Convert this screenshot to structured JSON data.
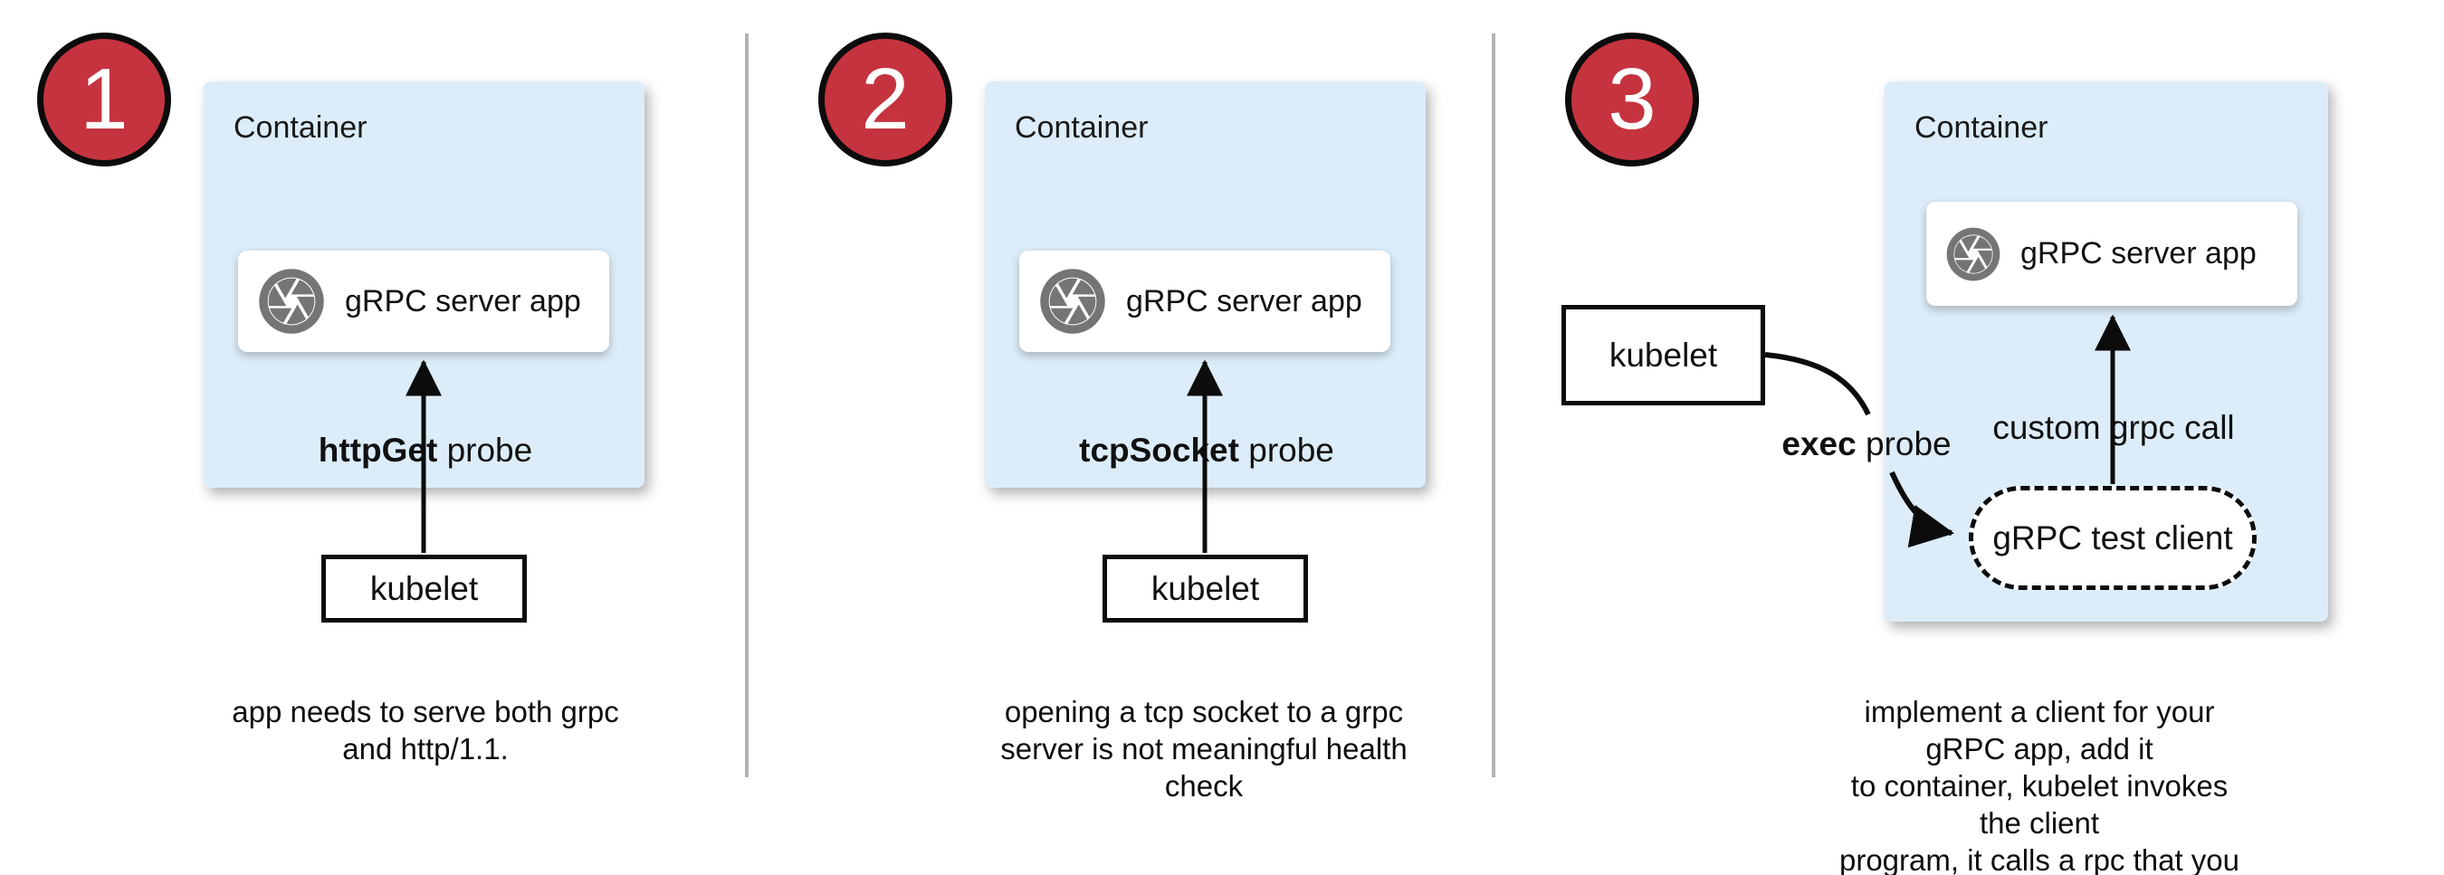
{
  "colors": {
    "badge_red": "#c5333f",
    "container_blue": "#dcedf9",
    "divider_gray": "#b3b3b3",
    "icon_gray": "#757575",
    "line_black": "#0c0c0c"
  },
  "panels": [
    {
      "number": "1",
      "container_label": "Container",
      "app_label": "gRPC server app",
      "probe_label_bold": "httpGet",
      "probe_label_rest": " probe",
      "kubelet_label": "kubelet",
      "caption_lines": [
        "app needs to serve both grpc",
        "and http/1.1."
      ]
    },
    {
      "number": "2",
      "container_label": "Container",
      "app_label": "gRPC server app",
      "probe_label_bold": "tcpSocket",
      "probe_label_rest": " probe",
      "kubelet_label": "kubelet",
      "caption_lines": [
        "opening a tcp socket to a grpc",
        "server is not meaningful health",
        "check"
      ]
    },
    {
      "number": "3",
      "container_label": "Container",
      "app_label": "gRPC server app",
      "probe_label_bold": "exec",
      "probe_label_rest": " probe",
      "kubelet_label": "kubelet",
      "grpc_call_label": "custom grpc call",
      "test_client_label": "gRPC test client",
      "caption_lines": [
        "implement a client for your gRPC app, add it",
        "to container, kubelet invokes the client",
        "program, it calls a rpc that you implement"
      ]
    }
  ]
}
